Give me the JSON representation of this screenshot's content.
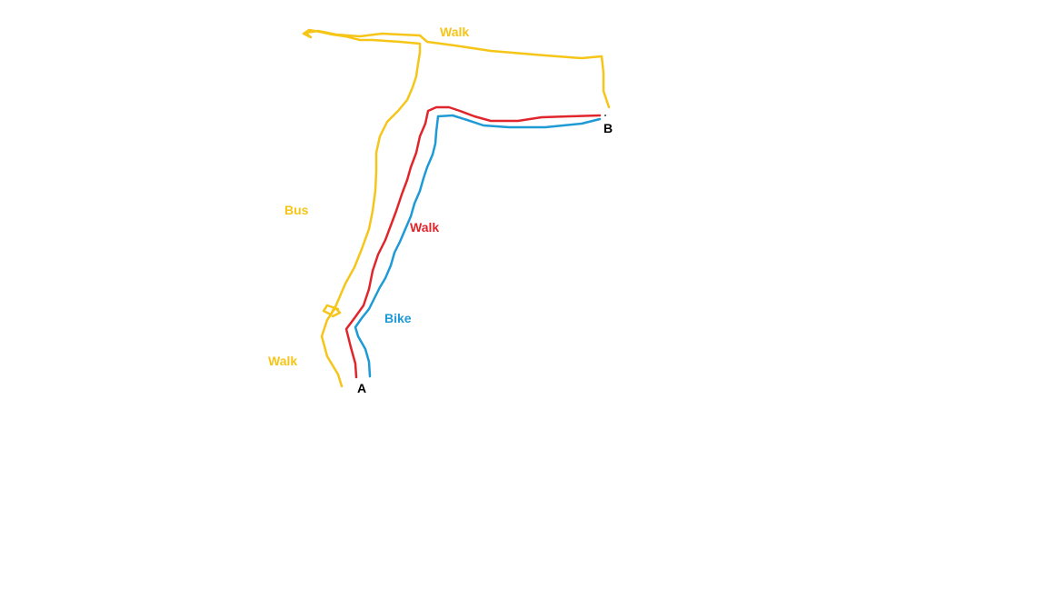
{
  "colors": {
    "walk_bus_route": "#f5c518",
    "walk_route": "#e0262c",
    "bike_route": "#1e9ad6",
    "endpoint_text": "#000000"
  },
  "endpoints": {
    "start": "A",
    "end": "B"
  },
  "routes": [
    {
      "color": "#f5c518",
      "labels": [
        "Walk",
        "Bus",
        "Walk"
      ]
    },
    {
      "color": "#e0262c",
      "labels": [
        "Walk"
      ]
    },
    {
      "color": "#1e9ad6",
      "labels": [
        "Bike"
      ]
    }
  ]
}
